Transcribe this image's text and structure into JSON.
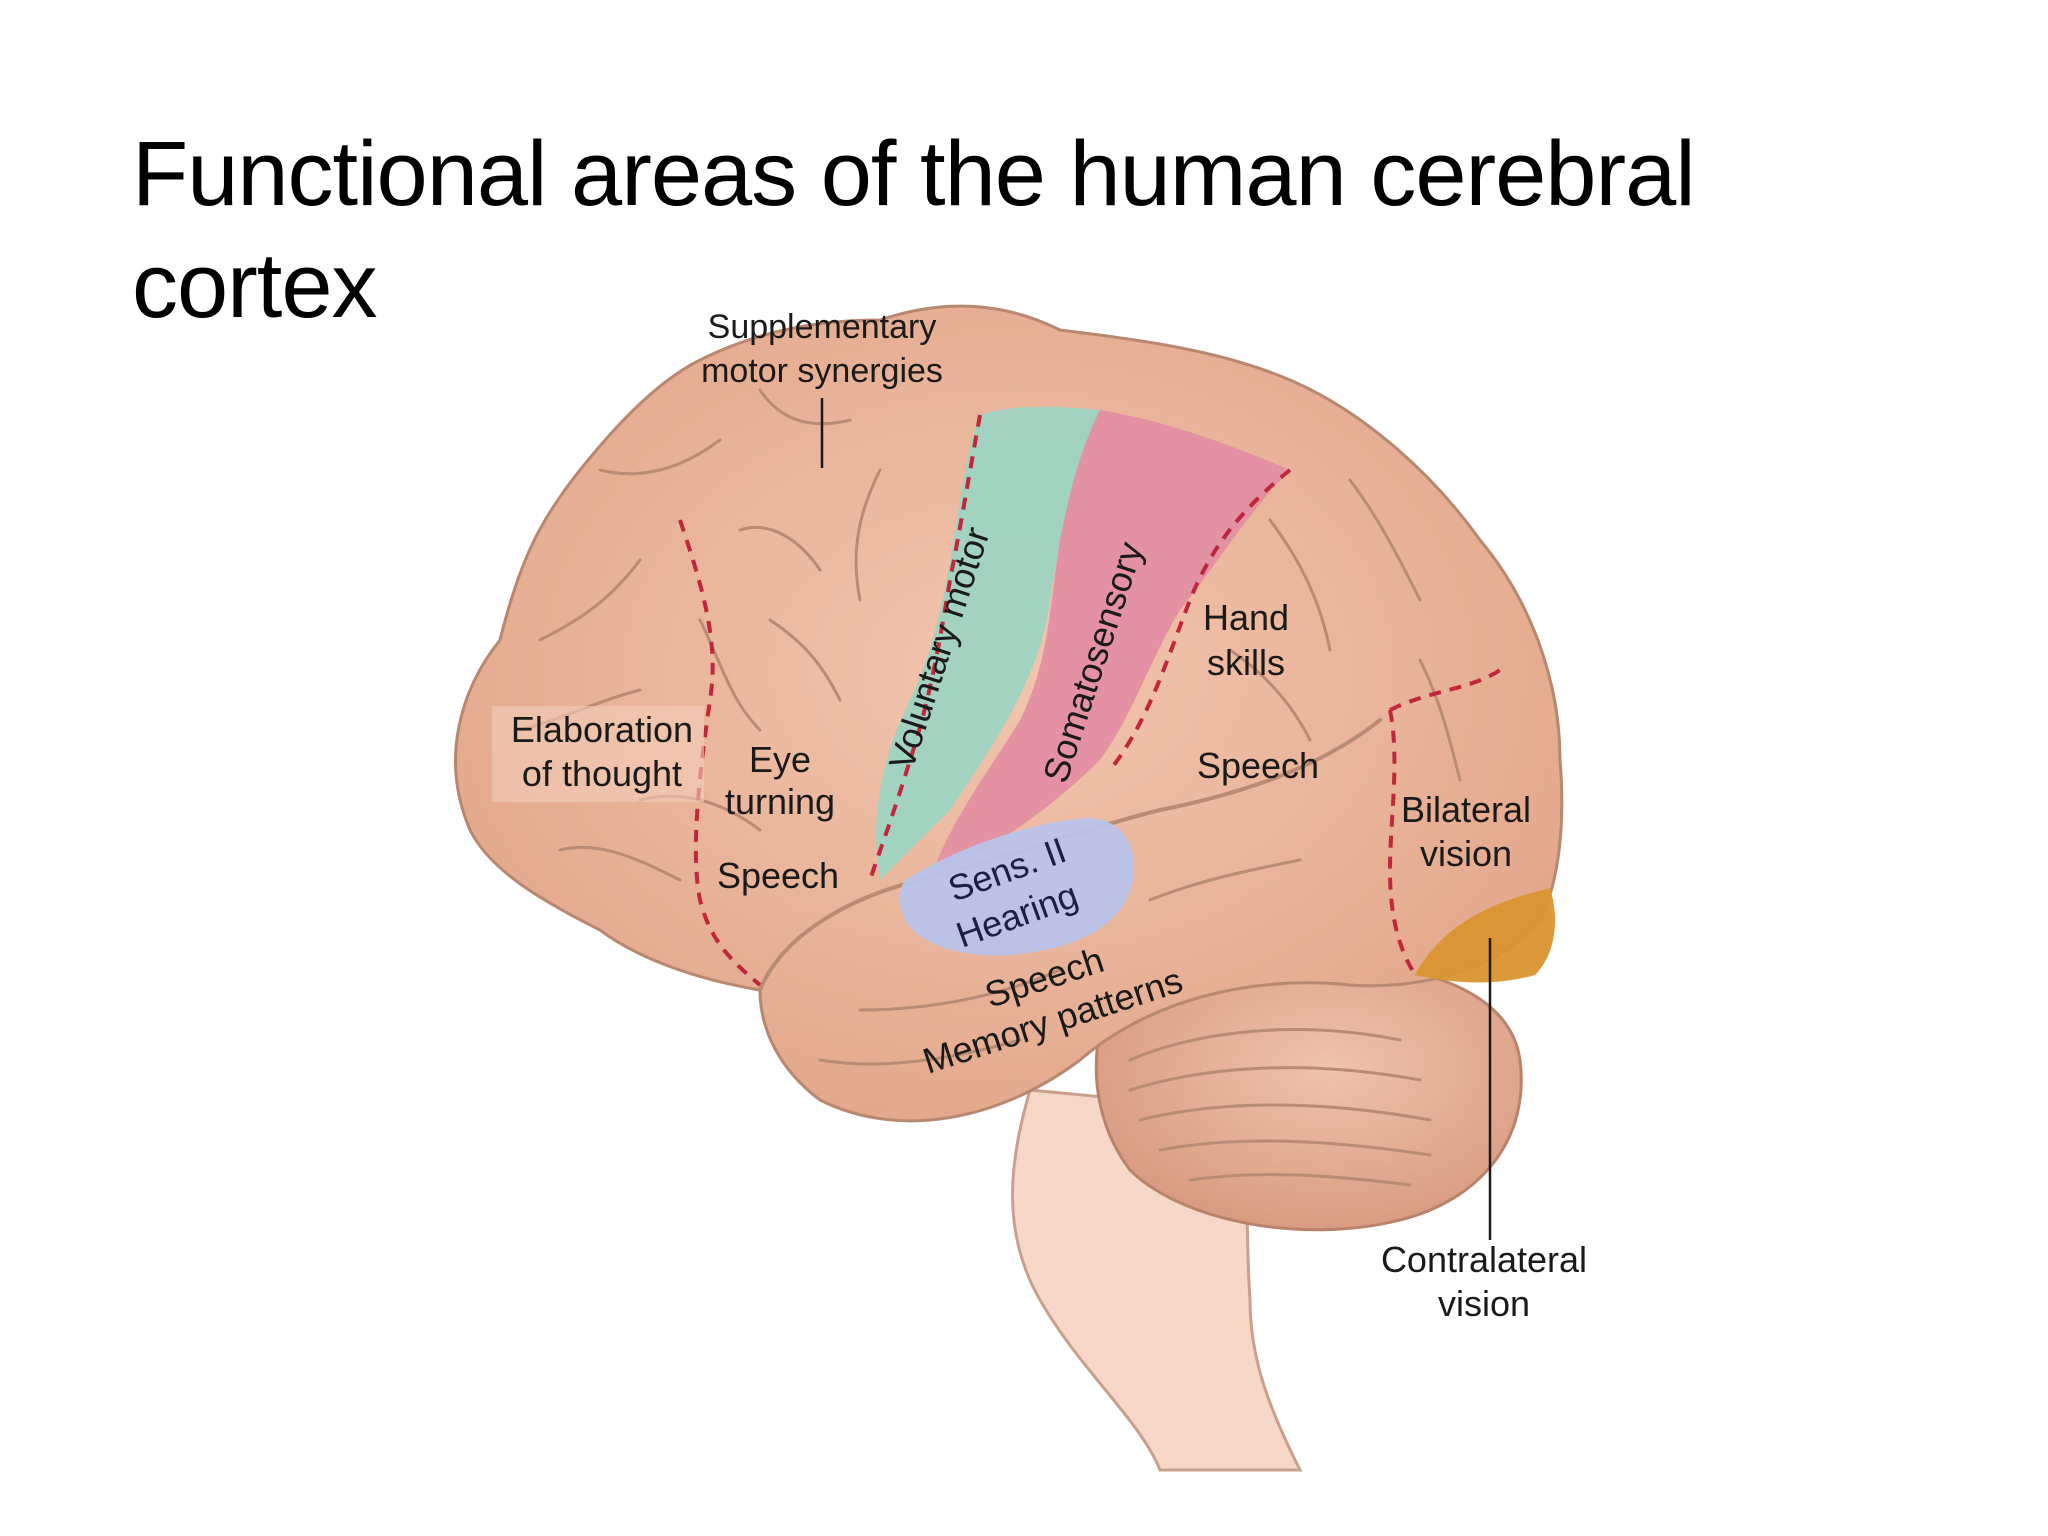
{
  "title": "Functional areas of the human cerebral cortex",
  "labels": {
    "supplementary_1": "Supplementary",
    "supplementary_2": "motor synergies",
    "voluntary_motor": "Voluntary motor",
    "somatosensory": "Somatosensory",
    "hand_1": "Hand",
    "hand_2": "skills",
    "speech_parietal": "Speech",
    "elaboration_1": "Elaboration",
    "elaboration_2": "of thought",
    "eye_1": "Eye",
    "eye_2": "turning",
    "speech_frontal": "Speech",
    "sens_1": "Sens. II",
    "sens_2": "Hearing",
    "speech_temporal": "Speech",
    "memory": "Memory patterns",
    "bilateral_1": "Bilateral",
    "bilateral_2": "vision",
    "contralateral_1": "Contralateral",
    "contralateral_2": "vision"
  },
  "colors": {
    "cortex": "#eeb9a0",
    "motor_strip": "#9ed3c2",
    "somatosensory_strip": "#e38fa2",
    "hearing_area": "#b9c3ea",
    "contralateral_vision": "#d9932f",
    "borders": "#c0273a"
  }
}
